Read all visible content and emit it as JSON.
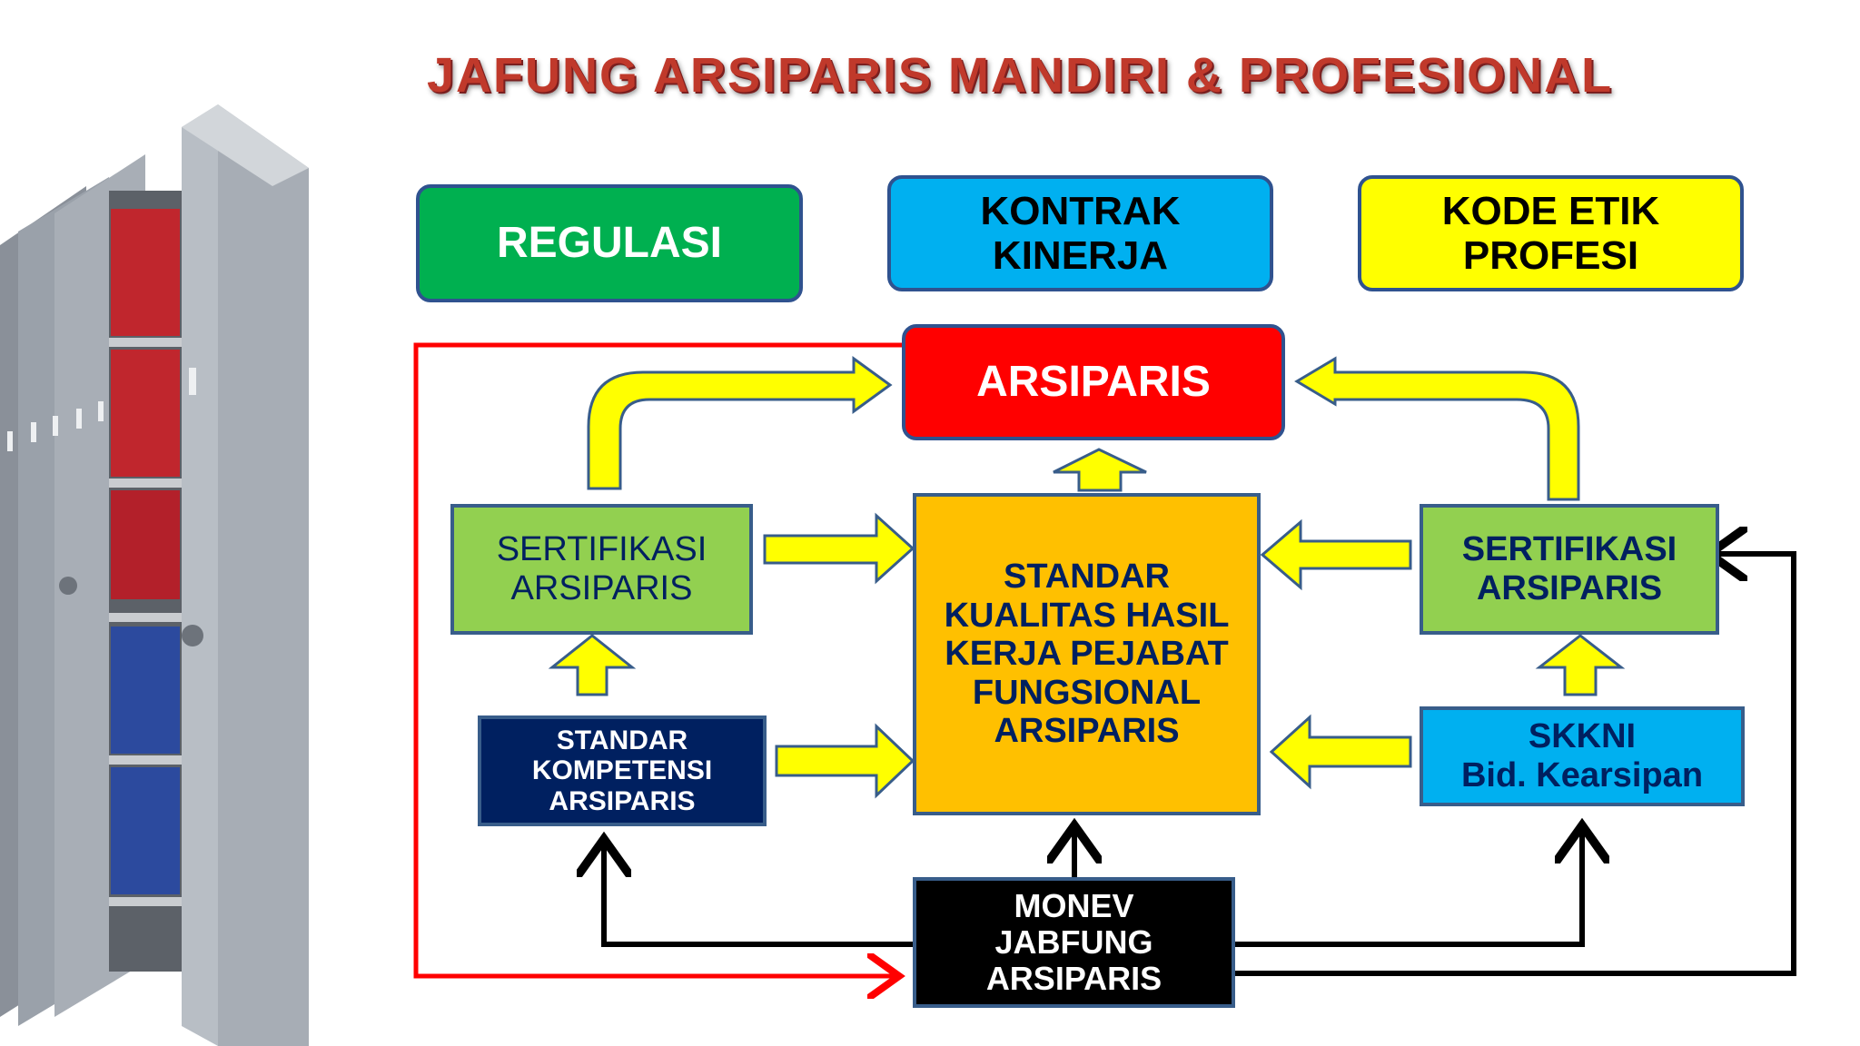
{
  "title": "JAFUNG ARSIPARIS MANDIRI & PROFESIONAL",
  "top_boxes": {
    "regulasi": "REGULASI",
    "kontrak": [
      "KONTRAK",
      "KINERJA"
    ],
    "kode_etik": [
      "KODE ETIK",
      "PROFESI"
    ]
  },
  "center": {
    "arsiparis": "ARSIPARIS",
    "standar_kualitas": [
      "STANDAR",
      "KUALITAS HASIL",
      "KERJA PEJABAT",
      "FUNGSIONAL",
      "ARSIPARIS"
    ]
  },
  "left": {
    "sertifikasi": [
      "SERTIFIKASI",
      "ARSIPARIS"
    ],
    "standar_kompetensi": [
      "STANDAR",
      "KOMPETENSI",
      "ARSIPARIS"
    ]
  },
  "right": {
    "sertifikasi": [
      "SERTIFIKASI",
      "ARSIPARIS"
    ],
    "skkni": [
      "SKKNI",
      "Bid. Kearsipan"
    ]
  },
  "bottom": {
    "monev": [
      "MONEV",
      "JABFUNG",
      "ARSIPARIS"
    ]
  },
  "colors": {
    "green": "#00b050",
    "cyan": "#00b0f0",
    "yellow": "#ffff00",
    "red": "#ff0000",
    "orange": "#ffc000",
    "light_green": "#92d050",
    "navy": "#002060",
    "black": "#000000",
    "arrow_yellow": "#ffff00",
    "arrow_outline": "#385d8a"
  }
}
